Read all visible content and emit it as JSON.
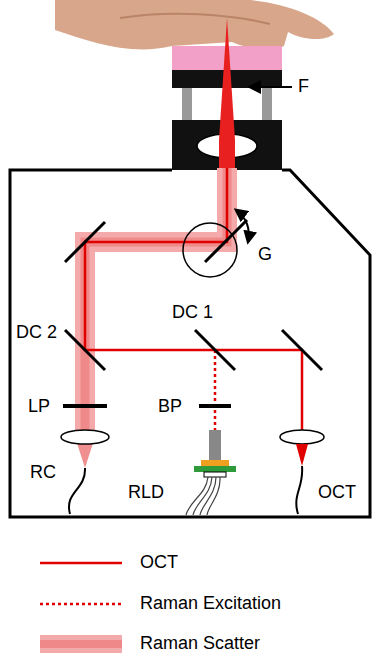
{
  "diagram": {
    "labels": [
      "F",
      "G",
      "DC 1",
      "DC 2",
      "LP",
      "BP",
      "RC",
      "RLD",
      "OCT"
    ],
    "legend": [
      {
        "text": "OCT"
      },
      {
        "text": "Raman Excitation"
      },
      {
        "text": "Raman Scatter"
      }
    ]
  }
}
